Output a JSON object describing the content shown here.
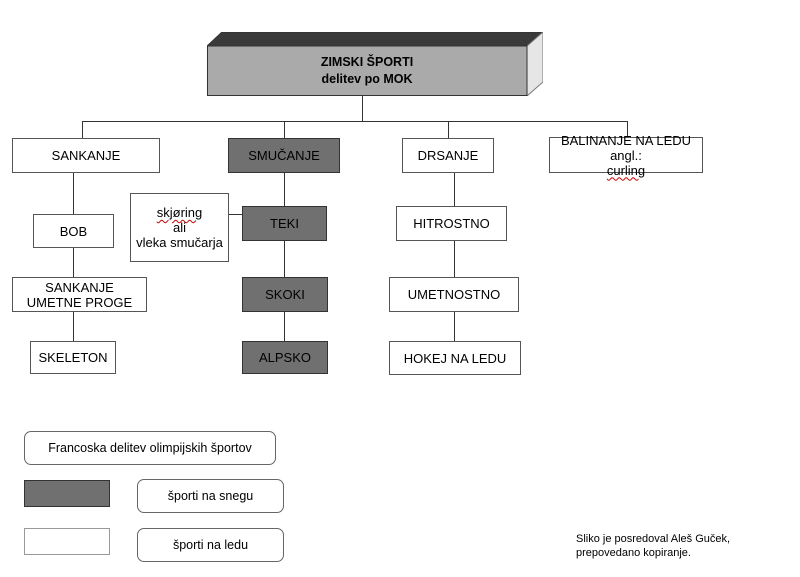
{
  "title": {
    "line1": "ZIMSKI ŠPORTI",
    "line2": "delitev po MOK"
  },
  "columns": {
    "sankanje": {
      "label": "SANKANJE",
      "items": [
        "BOB",
        [
          "SANKANJE",
          "UMETNE PROGE"
        ],
        "SKELETON"
      ]
    },
    "smucanje": {
      "label": "SMUČANJE",
      "items": [
        "TEKI",
        "SKOKI",
        "ALPSKO"
      ],
      "side_note": [
        "skjøring",
        "ali",
        "vleka smučarja"
      ]
    },
    "drsanje": {
      "label": "DRSANJE",
      "items": [
        "HITROSTNO",
        "UMETNOSTNO",
        "HOKEJ NA LEDU"
      ]
    },
    "balinanje": {
      "label": [
        "BALINANJE NA LEDU",
        "angl.: curling"
      ]
    }
  },
  "legend": {
    "french_division": "Francoska delitev olimpijskih športov",
    "snow_label": "športi na snegu",
    "ice_label": "športi na ledu"
  },
  "credit": {
    "line1": "Sliko je posredoval Aleš Guček,",
    "line2": "prepovedano kopiranje."
  },
  "colors": {
    "snow_sports": "#707070",
    "ice_sports": "#ffffff",
    "title_fill": "#aaaaaa",
    "title_top": "#3a3a3a",
    "title_side": "#e6e6e6"
  }
}
